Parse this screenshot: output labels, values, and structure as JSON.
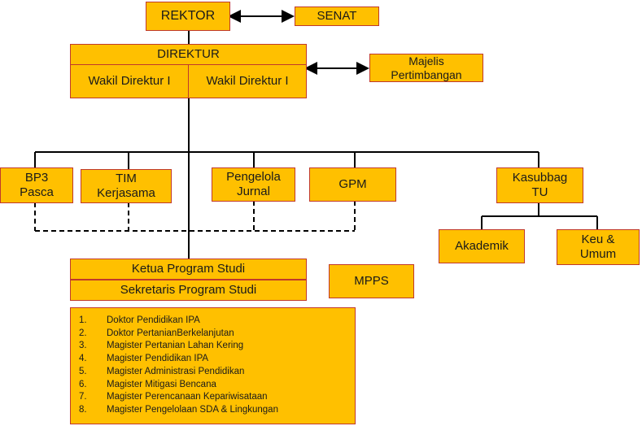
{
  "rektor": "REKTOR",
  "senat": "SENAT",
  "direktur": "DIREKTUR",
  "wakil_direktur": [
    "Wakil Direktur I",
    "Wakil Direktur I"
  ],
  "majelis": "Majelis\nPertimbangan",
  "units": [
    "BP3\nPasca",
    "TIM\nKerjasama",
    "Pengelola\nJurnal",
    "GPM",
    "Kasubbag\nTU"
  ],
  "tu_subunits": [
    "Akademik",
    "Keu &\nUmum"
  ],
  "ketua_prodi": "Ketua Program Studi",
  "sekretaris_prodi": "Sekretaris Program Studi",
  "mpps": "MPPS",
  "programs": [
    {
      "no": "1.",
      "name": "Doktor Pendidikan IPA"
    },
    {
      "no": "2.",
      "name": "Doktor PertanianBerkelanjutan"
    },
    {
      "no": "3.",
      "name": "Magister Pertanian Lahan Kering"
    },
    {
      "no": "4.",
      "name": "Magister Pendidikan IPA"
    },
    {
      "no": "5.",
      "name": "Magister Administrasi Pendidikan"
    },
    {
      "no": "6.",
      "name": "Magister Mitigasi Bencana"
    },
    {
      "no": "7.",
      "name": "Magister Perencanaan Kepariwisataan"
    },
    {
      "no": "8.",
      "name": "Magister Pengelolaan SDA & Lingkungan"
    }
  ],
  "colors": {
    "box_fill": "#ffc000",
    "box_border": "#c0392b",
    "line": "#000000"
  }
}
